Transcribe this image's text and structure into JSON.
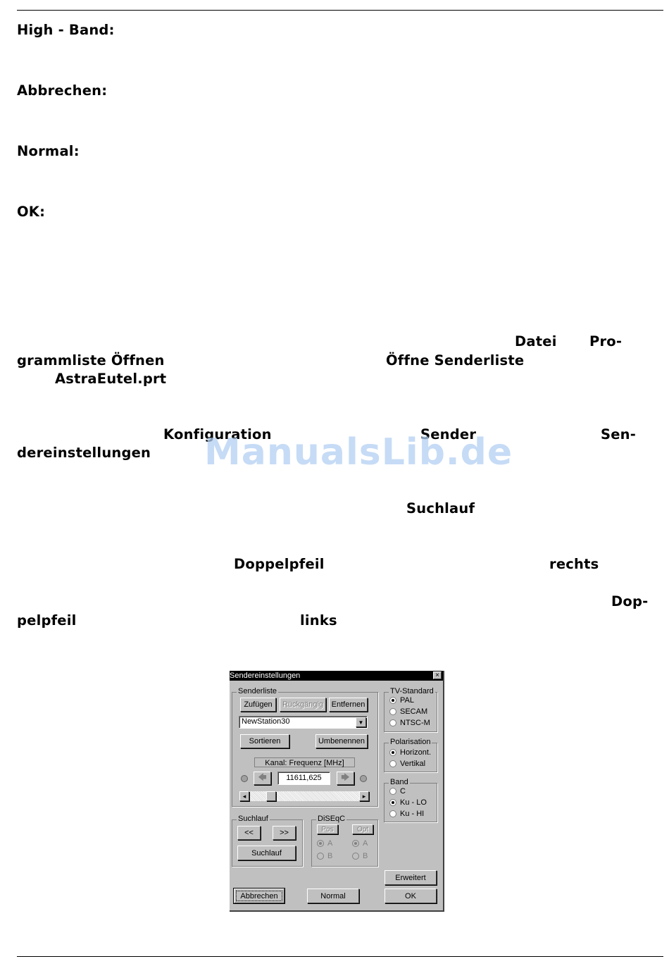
{
  "headings": {
    "high_band": "High - Band:",
    "abbrechen": "Abbrechen:",
    "normal": "Normal:",
    "ok": "OK:"
  },
  "body_terms": {
    "datei": "Datei",
    "pro": "Pro-",
    "grammliste_oeffnen": "grammliste Öffnen",
    "oeffne_senderliste": "Öffne Senderliste",
    "astra_eutel": "AstraEutel.prt",
    "konfiguration": "Konfiguration",
    "sender": "Sender",
    "sen": "Sen-",
    "dereinstellungen": "dereinstellungen",
    "suchlauf": "Suchlauf",
    "doppelpfeil": "Doppelpfeil",
    "rechts": "rechts",
    "dop": "Dop-",
    "pelpfeil": "pelpfeil",
    "links": "links"
  },
  "watermark": "ManualsLib.de",
  "dialog": {
    "title": "Sendereinstellungen",
    "close": "×",
    "senderliste": {
      "legend": "Senderliste",
      "add": "Zufügen",
      "undo": "Rückgängig",
      "remove": "Entfernen",
      "selected_station": "NewStation30",
      "dropdown_arrow": "▼",
      "sort": "Sortieren",
      "rename": "Umbenennen",
      "freq_label": "Kanal: Frequenz [MHz]",
      "frequency": "11611,625",
      "arrow_left": "🡄",
      "arrow_right": "🡆",
      "scroll_left": "◂",
      "scroll_right": "▸"
    },
    "tv_standard": {
      "legend": "TV-Standard",
      "options": [
        "PAL",
        "SECAM",
        "NTSC-M"
      ],
      "selected": "PAL"
    },
    "polarisation": {
      "legend": "Polarisation",
      "options": [
        "Horizont.",
        "Vertikal"
      ],
      "selected": "Horizont."
    },
    "band": {
      "legend": "Band",
      "options": [
        "C",
        "Ku - LO",
        "Ku - HI"
      ],
      "selected": "Ku - LO"
    },
    "suchlauf": {
      "legend": "Suchlauf",
      "prev": "<<",
      "next": ">>",
      "search": "Suchlauf"
    },
    "diseqc": {
      "legend": "DiSEqC",
      "pos": "Pos",
      "opt": "Opt",
      "a": "A",
      "b": "B"
    },
    "buttons": {
      "extended": "Erweitert",
      "cancel": "Abbrechen",
      "normal": "Normal",
      "ok": "OK"
    }
  }
}
